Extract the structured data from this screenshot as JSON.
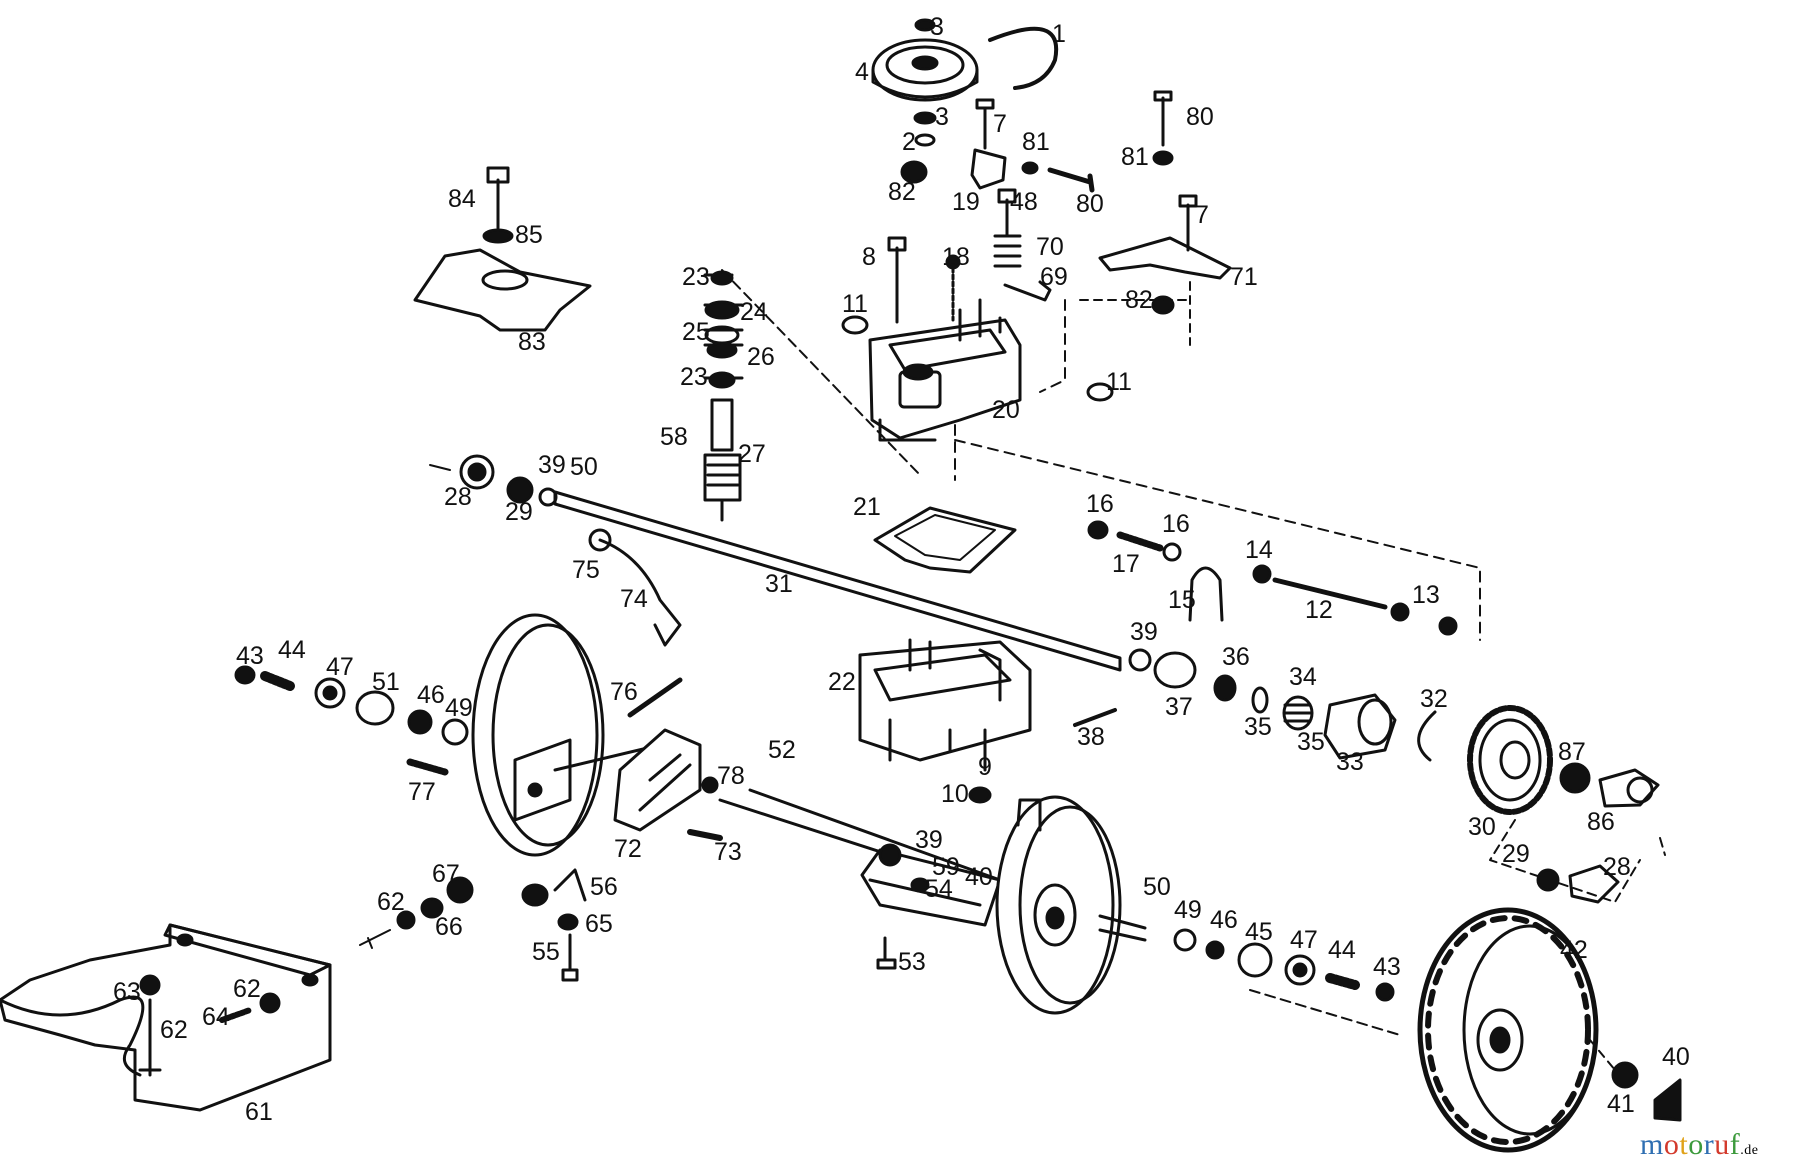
{
  "diagram": {
    "parts": [
      {
        "id": "p1",
        "label": "1"
      },
      {
        "id": "p3a",
        "label": "3"
      },
      {
        "id": "p4",
        "label": "4"
      },
      {
        "id": "p3b",
        "label": "3"
      },
      {
        "id": "p2",
        "label": "2"
      },
      {
        "id": "p7a",
        "label": "7"
      },
      {
        "id": "p81a",
        "label": "81"
      },
      {
        "id": "p82a",
        "label": "82"
      },
      {
        "id": "p19",
        "label": "19"
      },
      {
        "id": "p48",
        "label": "48"
      },
      {
        "id": "p80a",
        "label": "80"
      },
      {
        "id": "p80b",
        "label": "80"
      },
      {
        "id": "p81b",
        "label": "81"
      },
      {
        "id": "p7b",
        "label": "7"
      },
      {
        "id": "p71",
        "label": "71"
      },
      {
        "id": "p82b",
        "label": "82"
      },
      {
        "id": "p84",
        "label": "84"
      },
      {
        "id": "p85",
        "label": "85"
      },
      {
        "id": "p83",
        "label": "83"
      },
      {
        "id": "p8",
        "label": "8"
      },
      {
        "id": "p18",
        "label": "18"
      },
      {
        "id": "p70",
        "label": "70"
      },
      {
        "id": "p69",
        "label": "69"
      },
      {
        "id": "p11a",
        "label": "11"
      },
      {
        "id": "p11b",
        "label": "11"
      },
      {
        "id": "p20",
        "label": "20"
      },
      {
        "id": "p23a",
        "label": "23"
      },
      {
        "id": "p24",
        "label": "24"
      },
      {
        "id": "p25",
        "label": "25"
      },
      {
        "id": "p26",
        "label": "26"
      },
      {
        "id": "p23b",
        "label": "23"
      },
      {
        "id": "p58",
        "label": "58"
      },
      {
        "id": "p27",
        "label": "27"
      },
      {
        "id": "p28a",
        "label": "28"
      },
      {
        "id": "p29a",
        "label": "29"
      },
      {
        "id": "p39a",
        "label": "39"
      },
      {
        "id": "p50a",
        "label": "50"
      },
      {
        "id": "p21",
        "label": "21"
      },
      {
        "id": "p16a",
        "label": "16"
      },
      {
        "id": "p16b",
        "label": "16"
      },
      {
        "id": "p17",
        "label": "17"
      },
      {
        "id": "p14",
        "label": "14"
      },
      {
        "id": "p15",
        "label": "15"
      },
      {
        "id": "p12",
        "label": "12"
      },
      {
        "id": "p13",
        "label": "13"
      },
      {
        "id": "p75",
        "label": "75"
      },
      {
        "id": "p31",
        "label": "31"
      },
      {
        "id": "p74",
        "label": "74"
      },
      {
        "id": "p43a",
        "label": "43"
      },
      {
        "id": "p44a",
        "label": "44"
      },
      {
        "id": "p47a",
        "label": "47"
      },
      {
        "id": "p51",
        "label": "51"
      },
      {
        "id": "p46a",
        "label": "46"
      },
      {
        "id": "p49a",
        "label": "49"
      },
      {
        "id": "p77",
        "label": "77"
      },
      {
        "id": "p76",
        "label": "76"
      },
      {
        "id": "p22",
        "label": "22"
      },
      {
        "id": "p39b",
        "label": "39"
      },
      {
        "id": "p37",
        "label": "37"
      },
      {
        "id": "p38",
        "label": "38"
      },
      {
        "id": "p36",
        "label": "36"
      },
      {
        "id": "p34",
        "label": "34"
      },
      {
        "id": "p35a",
        "label": "35"
      },
      {
        "id": "p35b",
        "label": "35"
      },
      {
        "id": "p33",
        "label": "33"
      },
      {
        "id": "p32",
        "label": "32"
      },
      {
        "id": "p30",
        "label": "30"
      },
      {
        "id": "p87",
        "label": "87"
      },
      {
        "id": "p86",
        "label": "86"
      },
      {
        "id": "p29b",
        "label": "29"
      },
      {
        "id": "p28b",
        "label": "28"
      },
      {
        "id": "p9",
        "label": "9"
      },
      {
        "id": "p10",
        "label": "10"
      },
      {
        "id": "p52",
        "label": "52"
      },
      {
        "id": "p78",
        "label": "78"
      },
      {
        "id": "p72",
        "label": "72"
      },
      {
        "id": "p73",
        "label": "73"
      },
      {
        "id": "p39c",
        "label": "39"
      },
      {
        "id": "p59",
        "label": "59"
      },
      {
        "id": "p54",
        "label": "54"
      },
      {
        "id": "p40a",
        "label": "40"
      },
      {
        "id": "p53",
        "label": "53"
      },
      {
        "id": "p67",
        "label": "67"
      },
      {
        "id": "p62a",
        "label": "62"
      },
      {
        "id": "p66",
        "label": "66"
      },
      {
        "id": "p56",
        "label": "56"
      },
      {
        "id": "p65",
        "label": "65"
      },
      {
        "id": "p55",
        "label": "55"
      },
      {
        "id": "p50b",
        "label": "50"
      },
      {
        "id": "p49b",
        "label": "49"
      },
      {
        "id": "p46b",
        "label": "46"
      },
      {
        "id": "p45",
        "label": "45"
      },
      {
        "id": "p47b",
        "label": "47"
      },
      {
        "id": "p44b",
        "label": "44"
      },
      {
        "id": "p43b",
        "label": "43"
      },
      {
        "id": "p42",
        "label": "42"
      },
      {
        "id": "p63",
        "label": "63"
      },
      {
        "id": "p62b",
        "label": "62"
      },
      {
        "id": "p62c",
        "label": "62"
      },
      {
        "id": "p64",
        "label": "64"
      },
      {
        "id": "p61",
        "label": "61"
      },
      {
        "id": "p41",
        "label": "41"
      },
      {
        "id": "p40b",
        "label": "40"
      }
    ]
  },
  "watermark": {
    "brand": "motoruf",
    "tld": ".de",
    "colors": [
      "#2f6fb2",
      "#d33a2c",
      "#e0a21a",
      "#3c9a3c",
      "#2f6fb2",
      "#d33a2c",
      "#3c9a3c"
    ]
  }
}
